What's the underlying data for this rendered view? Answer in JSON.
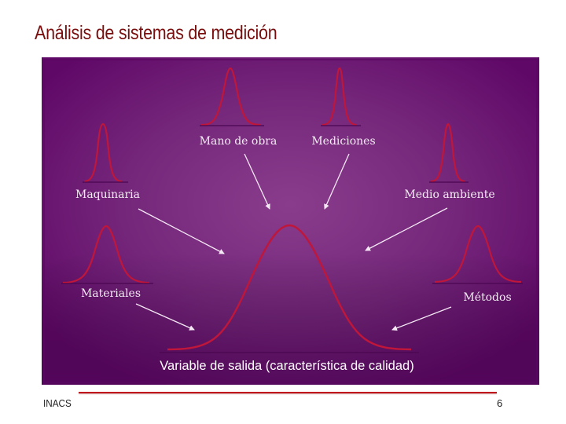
{
  "slide": {
    "title": "Análisis de sistemas de medición",
    "footer_left": "INACS",
    "page_number": "6"
  },
  "colors": {
    "title": "#7a0e0e",
    "figure_bg_center": "#8a3c8c",
    "figure_bg_edge": "#620867",
    "curve": "#c0163a",
    "arrow": "#f4e8f4",
    "footer_line": "#c0161e"
  },
  "diagram": {
    "sources": [
      {
        "id": "mano-de-obra",
        "label": "Mano de obra"
      },
      {
        "id": "mediciones",
        "label": "Mediciones"
      },
      {
        "id": "maquinaria",
        "label": "Maquinaria"
      },
      {
        "id": "medio-ambiente",
        "label": "Medio ambiente"
      },
      {
        "id": "materiales",
        "label": "Materiales"
      },
      {
        "id": "metodos",
        "label": "Métodos"
      }
    ],
    "output_caption": "Variable de salida (característica de calidad)"
  }
}
